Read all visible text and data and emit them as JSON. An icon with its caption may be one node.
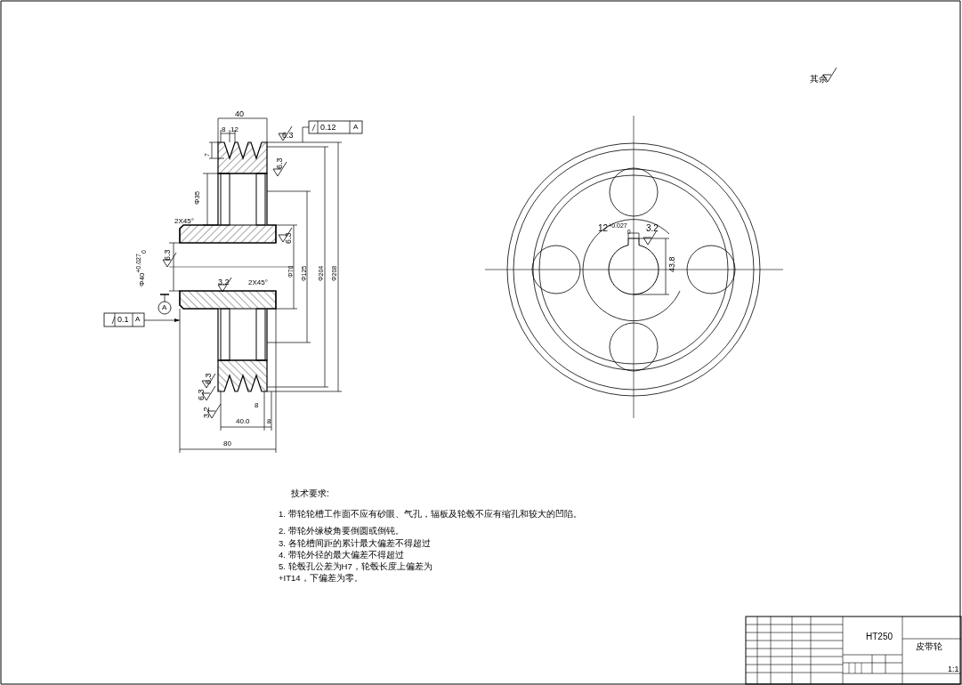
{
  "diagram": {
    "labels": [
      "其余",
      "40",
      "8",
      "12",
      "6.3",
      "0.12",
      "A",
      "7",
      "6.3",
      "Φ35",
      "2X45°",
      "6.3",
      "6.3",
      "Φ40$^{+0.027}$$_{0}$",
      "Φ70",
      "Φ125",
      "Φ204",
      "Φ208",
      "3.2",
      "2X45°",
      "A",
      "0.1",
      "A",
      "6.3",
      "6.3",
      "3.2",
      "8",
      "40.0",
      "8",
      "80",
      "12$^{+0.027}$$_{0}$",
      "3.2",
      "43.8",
      "技术要求:",
      "1. 带轮轮槽工作面不应有砂眼、气孔，辐板及轮毂不应有缩孔和较大的凹陷。",
      "2. 带轮外缘棱角要倒圆或倒钝。",
      "3. 各轮槽间距的累计最大偏差不得超过",
      "4. 带轮外径的最大偏差不得超过",
      "5. 轮毂孔公差为H7，轮毂长度上偏差为",
      "+IT14，下偏差为零。",
      "HT250",
      "皮带轮",
      "1:1"
    ]
  }
}
